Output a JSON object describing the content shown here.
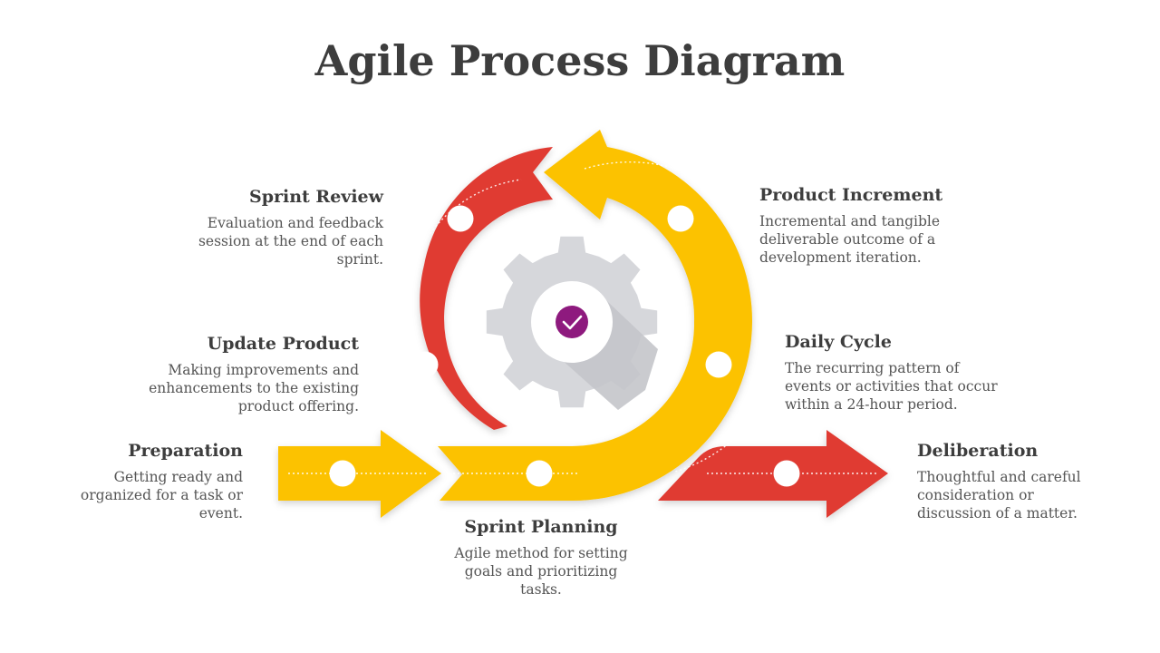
{
  "title": "Agile Process Diagram",
  "colors": {
    "red": "#e03a33",
    "yellow": "#fcc200",
    "gear": "#d6d7db",
    "check": "#8e1a7e",
    "text": "#3d3d3d"
  },
  "icons": {
    "center": "gear-check-icon"
  },
  "stages": {
    "sprint_review": {
      "title": "Sprint Review",
      "desc": "Evaluation and feedback session at the end of each sprint."
    },
    "product_increment": {
      "title": "Product Increment",
      "desc": "Incremental and tangible deliverable outcome of a development iteration."
    },
    "update_product": {
      "title": "Update Product",
      "desc": "Making improvements and enhancements to the existing product offering."
    },
    "daily_cycle": {
      "title": "Daily Cycle",
      "desc": "The recurring pattern of events or activities that occur within a 24-hour period."
    },
    "preparation": {
      "title": "Preparation",
      "desc": "Getting ready and organized for a task or event."
    },
    "sprint_planning": {
      "title": "Sprint Planning",
      "desc": "Agile method for setting goals and prioritizing tasks."
    },
    "deliberation": {
      "title": "Deliberation",
      "desc": "Thoughtful and careful consideration or discussion of a matter."
    }
  }
}
